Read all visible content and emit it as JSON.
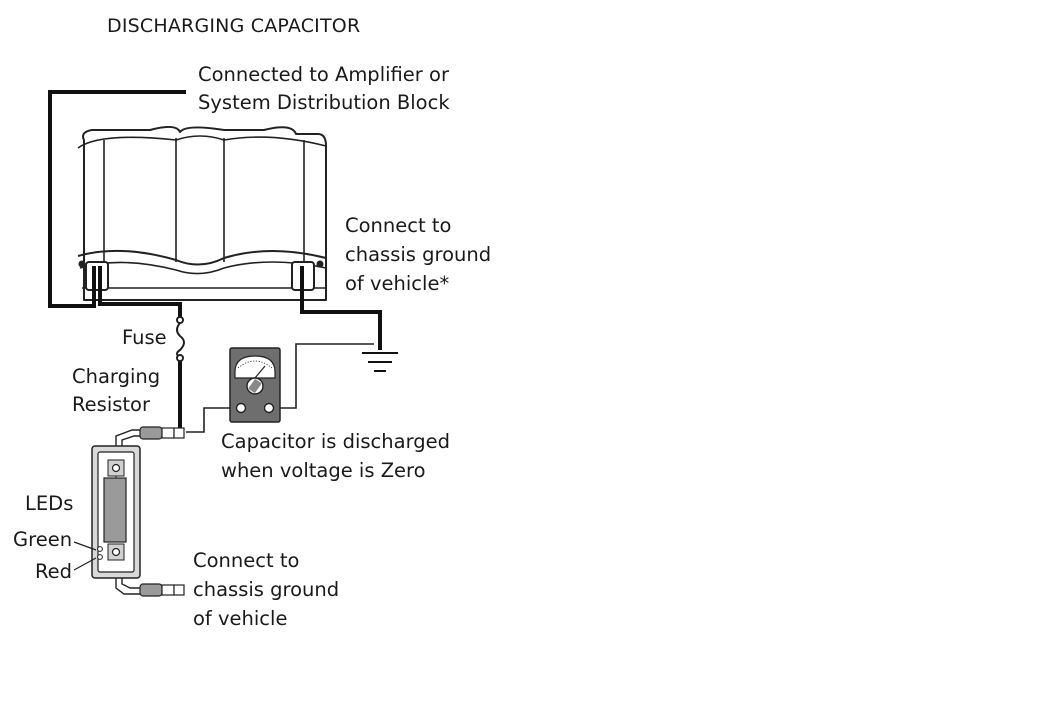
{
  "title": "DISCHARGING CAPACITOR",
  "labels": {
    "amp_line1": "Connected to Amplifier or",
    "amp_line2": "System Distribution Block",
    "ground1_line1": "Connect to",
    "ground1_line2": "chassis ground",
    "ground1_line3": "of vehicle*",
    "fuse": "Fuse",
    "charging_line1": "Charging",
    "charging_line2": "Resistor",
    "voltage_line1": "Capacitor is discharged",
    "voltage_line2": "when voltage is Zero",
    "leds": "LEDs",
    "green": "Green",
    "red": "Red",
    "ground2_line1": "Connect to",
    "ground2_line2": "chassis ground",
    "ground2_line3": "of vehicle"
  },
  "colors": {
    "wire": "#111111",
    "outline": "#222222",
    "capacitor_fill": "#ffffff",
    "resistor_body": "#d9d9d9",
    "resistor_core": "#9a9a9a",
    "meter_body": "#6e6e6e",
    "meter_face": "#ffffff",
    "plug": "#9a9a9a"
  },
  "icons": {
    "ground": "ground-symbol-icon",
    "fuse": "fuse-icon",
    "meter": "voltmeter-icon"
  }
}
